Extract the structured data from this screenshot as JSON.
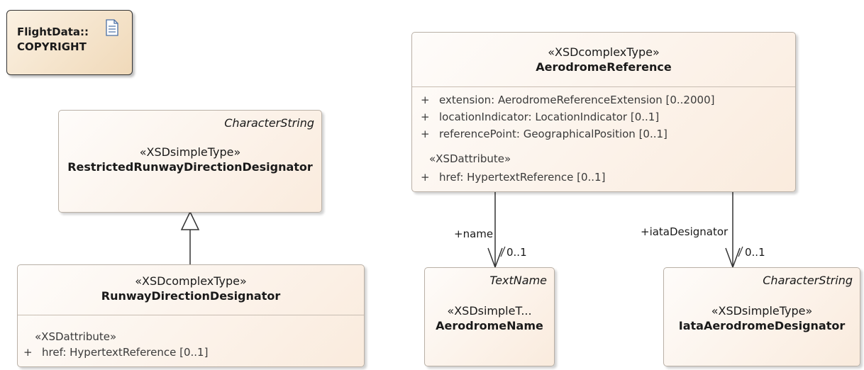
{
  "note": {
    "line1": "FlightData::",
    "line2": "COPYRIGHT",
    "icon": "document-icon"
  },
  "restricted": {
    "supertype": "CharacterString",
    "stereotype": "«XSDsimpleType»",
    "name": "RestrictedRunwayDirectionDesignator"
  },
  "runway": {
    "stereotype": "«XSDcomplexType»",
    "name": "RunwayDirectionDesignator",
    "attr_group": "«XSDattribute»",
    "attr_visibility": "+",
    "attr_text": "href: HypertextReference [0..1]"
  },
  "aerodrome_ref": {
    "stereotype": "«XSDcomplexType»",
    "name": "AerodromeReference",
    "attributes": [
      {
        "visibility": "+",
        "text": "extension: AerodromeReferenceExtension [0..2000]"
      },
      {
        "visibility": "+",
        "text": "locationIndicator: LocationIndicator [0..1]"
      },
      {
        "visibility": "+",
        "text": "referencePoint: GeographicalPosition [0..1]"
      }
    ],
    "attr_group": "«XSDattribute»",
    "group_attr": {
      "visibility": "+",
      "text": "href: HypertextReference [0..1]"
    }
  },
  "aerodrome_name": {
    "supertype": "TextName",
    "stereotype": "«XSDsimpleT...",
    "name": "AerodromeName"
  },
  "iata": {
    "supertype": "CharacterString",
    "stereotype": "«XSDsimpleType»",
    "name": "IataAerodromeDesignator"
  },
  "assoc_name": {
    "role": "+name",
    "multiplicity": "0..1"
  },
  "assoc_iata": {
    "role": "+iataDesignator",
    "multiplicity": "0..1"
  }
}
